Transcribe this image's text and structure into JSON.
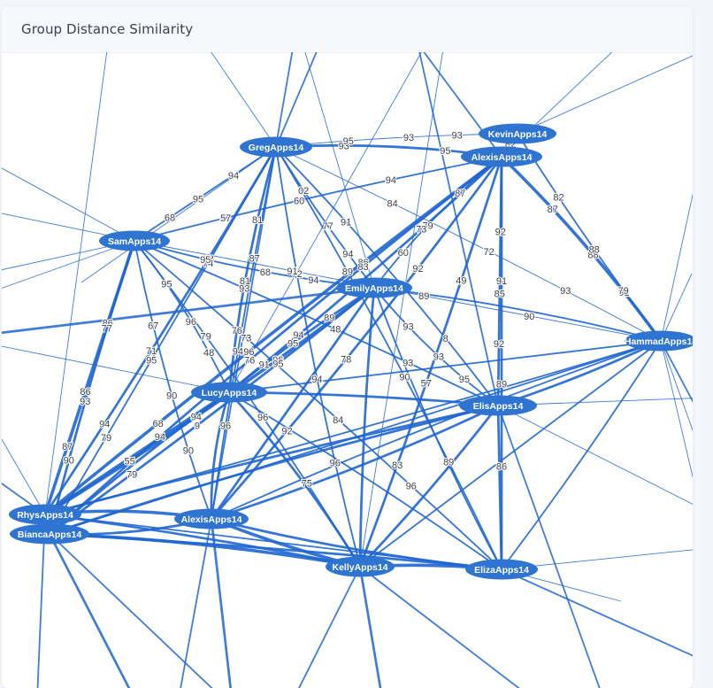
{
  "card": {
    "title": "Group Distance Similarity"
  },
  "graph": {
    "node_color": "#2f74d0",
    "edge_color": "#1f66d1",
    "nodes": [
      {
        "id": "GregApps14",
        "label": "GregApps14"
      },
      {
        "id": "KevinApps14",
        "label": "KevinApps14"
      },
      {
        "id": "AlexisApps14a",
        "label": "AlexisApps14"
      },
      {
        "id": "SamApps14",
        "label": "SamApps14"
      },
      {
        "id": "EmilyApps14",
        "label": "EmilyApps14"
      },
      {
        "id": "HammadApps14",
        "label": "HammadApps14"
      },
      {
        "id": "LucyApps14",
        "label": "LucyApps14"
      },
      {
        "id": "ElisApps14",
        "label": "ElisApps14"
      },
      {
        "id": "RhysApps14",
        "label": "RhysApps14"
      },
      {
        "id": "BiancaApps14",
        "label": "BiancaApps14"
      },
      {
        "id": "AlexisApps14b",
        "label": "AlexisApps14"
      },
      {
        "id": "KellyApps14",
        "label": "KellyApps14"
      },
      {
        "id": "ElizaApps14",
        "label": "ElizaApps14"
      }
    ],
    "edges": [
      {
        "s": "GregApps14",
        "t": "AlexisApps14a",
        "w": 3
      },
      {
        "s": "GregApps14",
        "t": "KevinApps14",
        "w": 1
      },
      {
        "s": "GregApps14",
        "t": "SamApps14",
        "w": 2
      },
      {
        "s": "GregApps14",
        "t": "EmilyApps14",
        "w": 2
      },
      {
        "s": "GregApps14",
        "t": "LucyApps14",
        "w": 3
      },
      {
        "s": "GregApps14",
        "t": "ElisApps14",
        "w": 2
      },
      {
        "s": "GregApps14",
        "t": "RhysApps14",
        "w": 3
      },
      {
        "s": "GregApps14",
        "t": "BiancaApps14",
        "w": 2
      },
      {
        "s": "GregApps14",
        "t": "AlexisApps14b",
        "w": 2
      },
      {
        "s": "GregApps14",
        "t": "KellyApps14",
        "w": 2
      },
      {
        "s": "GregApps14",
        "t": "ElizaApps14",
        "w": 2
      },
      {
        "s": "GregApps14",
        "t": "HammadApps14",
        "w": 1
      },
      {
        "s": "AlexisApps14a",
        "t": "KevinApps14",
        "w": 3
      },
      {
        "s": "AlexisApps14a",
        "t": "SamApps14",
        "w": 2
      },
      {
        "s": "AlexisApps14a",
        "t": "EmilyApps14",
        "w": 2
      },
      {
        "s": "AlexisApps14a",
        "t": "HammadApps14",
        "w": 4
      },
      {
        "s": "AlexisApps14a",
        "t": "LucyApps14",
        "w": 3
      },
      {
        "s": "AlexisApps14a",
        "t": "ElisApps14",
        "w": 3
      },
      {
        "s": "AlexisApps14a",
        "t": "RhysApps14",
        "w": 4
      },
      {
        "s": "AlexisApps14a",
        "t": "BiancaApps14",
        "w": 3
      },
      {
        "s": "AlexisApps14a",
        "t": "AlexisApps14b",
        "w": 3
      },
      {
        "s": "AlexisApps14a",
        "t": "KellyApps14",
        "w": 3
      },
      {
        "s": "AlexisApps14a",
        "t": "ElizaApps14",
        "w": 3
      },
      {
        "s": "KevinApps14",
        "t": "HammadApps14",
        "w": 2
      },
      {
        "s": "SamApps14",
        "t": "EmilyApps14",
        "w": 2
      },
      {
        "s": "SamApps14",
        "t": "LucyApps14",
        "w": 2
      },
      {
        "s": "SamApps14",
        "t": "ElisApps14",
        "w": 2
      },
      {
        "s": "SamApps14",
        "t": "RhysApps14",
        "w": 4
      },
      {
        "s": "SamApps14",
        "t": "BiancaApps14",
        "w": 3
      },
      {
        "s": "SamApps14",
        "t": "AlexisApps14b",
        "w": 2
      },
      {
        "s": "SamApps14",
        "t": "KellyApps14",
        "w": 2
      },
      {
        "s": "SamApps14",
        "t": "ElizaApps14",
        "w": 2
      },
      {
        "s": "SamApps14",
        "t": "HammadApps14",
        "w": 1
      },
      {
        "s": "EmilyApps14",
        "t": "LucyApps14",
        "w": 3
      },
      {
        "s": "EmilyApps14",
        "t": "ElisApps14",
        "w": 2
      },
      {
        "s": "EmilyApps14",
        "t": "RhysApps14",
        "w": 4
      },
      {
        "s": "EmilyApps14",
        "t": "BiancaApps14",
        "w": 3
      },
      {
        "s": "EmilyApps14",
        "t": "AlexisApps14b",
        "w": 3
      },
      {
        "s": "EmilyApps14",
        "t": "KellyApps14",
        "w": 3
      },
      {
        "s": "EmilyApps14",
        "t": "ElizaApps14",
        "w": 2
      },
      {
        "s": "EmilyApps14",
        "t": "HammadApps14",
        "w": 2
      },
      {
        "s": "LucyApps14",
        "t": "ElisApps14",
        "w": 3
      },
      {
        "s": "LucyApps14",
        "t": "RhysApps14",
        "w": 4
      },
      {
        "s": "LucyApps14",
        "t": "BiancaApps14",
        "w": 3
      },
      {
        "s": "LucyApps14",
        "t": "AlexisApps14b",
        "w": 3
      },
      {
        "s": "LucyApps14",
        "t": "KellyApps14",
        "w": 3
      },
      {
        "s": "LucyApps14",
        "t": "ElizaApps14",
        "w": 2
      },
      {
        "s": "LucyApps14",
        "t": "HammadApps14",
        "w": 2
      },
      {
        "s": "ElisApps14",
        "t": "RhysApps14",
        "w": 3
      },
      {
        "s": "ElisApps14",
        "t": "BiancaApps14",
        "w": 3
      },
      {
        "s": "ElisApps14",
        "t": "AlexisApps14b",
        "w": 3
      },
      {
        "s": "ElisApps14",
        "t": "KellyApps14",
        "w": 3
      },
      {
        "s": "ElisApps14",
        "t": "ElizaApps14",
        "w": 3
      },
      {
        "s": "ElisApps14",
        "t": "HammadApps14",
        "w": 3
      },
      {
        "s": "RhysApps14",
        "t": "BiancaApps14",
        "w": 4
      },
      {
        "s": "RhysApps14",
        "t": "AlexisApps14b",
        "w": 4
      },
      {
        "s": "RhysApps14",
        "t": "KellyApps14",
        "w": 3
      },
      {
        "s": "RhysApps14",
        "t": "ElizaApps14",
        "w": 2
      },
      {
        "s": "RhysApps14",
        "t": "HammadApps14",
        "w": 2
      },
      {
        "s": "BiancaApps14",
        "t": "AlexisApps14b",
        "w": 3
      },
      {
        "s": "BiancaApps14",
        "t": "KellyApps14",
        "w": 4
      },
      {
        "s": "BiancaApps14",
        "t": "ElizaApps14",
        "w": 3
      },
      {
        "s": "BiancaApps14",
        "t": "HammadApps14",
        "w": 2
      },
      {
        "s": "AlexisApps14b",
        "t": "KellyApps14",
        "w": 4
      },
      {
        "s": "AlexisApps14b",
        "t": "ElizaApps14",
        "w": 3
      },
      {
        "s": "AlexisApps14b",
        "t": "HammadApps14",
        "w": 2
      },
      {
        "s": "KellyApps14",
        "t": "ElizaApps14",
        "w": 4
      },
      {
        "s": "KellyApps14",
        "t": "HammadApps14",
        "w": 2
      },
      {
        "s": "ElizaApps14",
        "t": "HammadApps14",
        "w": 2
      }
    ],
    "edge_labels": [
      "93",
      "95",
      "93",
      "95",
      "93",
      "95",
      "94",
      "68",
      "77",
      "02",
      "94",
      "81",
      "81",
      "76",
      "93",
      "91",
      "8",
      "71",
      "68",
      "94",
      "95",
      "74",
      "79",
      "94",
      "87",
      "96",
      "94",
      "72",
      "96",
      "90",
      "89",
      "89",
      "72",
      "84",
      "93",
      "82",
      "83",
      "60",
      "60",
      "94",
      "57",
      "79",
      "87",
      "60",
      "88",
      "87",
      "91",
      "90",
      "73",
      "94",
      "85",
      "92",
      "92",
      "96",
      "86",
      "68",
      "76",
      "83",
      "94",
      "78",
      "92",
      "92",
      "57",
      "49",
      "83",
      "89",
      "91",
      "86",
      "88",
      "82",
      "79",
      "68",
      "95",
      "94",
      "96",
      "95",
      "48",
      "48",
      "93",
      "93",
      "86",
      "86",
      "87",
      "93",
      "77",
      "90",
      "90",
      "67",
      "90",
      "96",
      "79",
      "75",
      "84",
      "73",
      "96",
      "89",
      "91",
      "90",
      "95",
      "89",
      "91",
      "93",
      "93",
      "95",
      "94",
      "96",
      "55",
      "9",
      "95",
      "79"
    ]
  }
}
